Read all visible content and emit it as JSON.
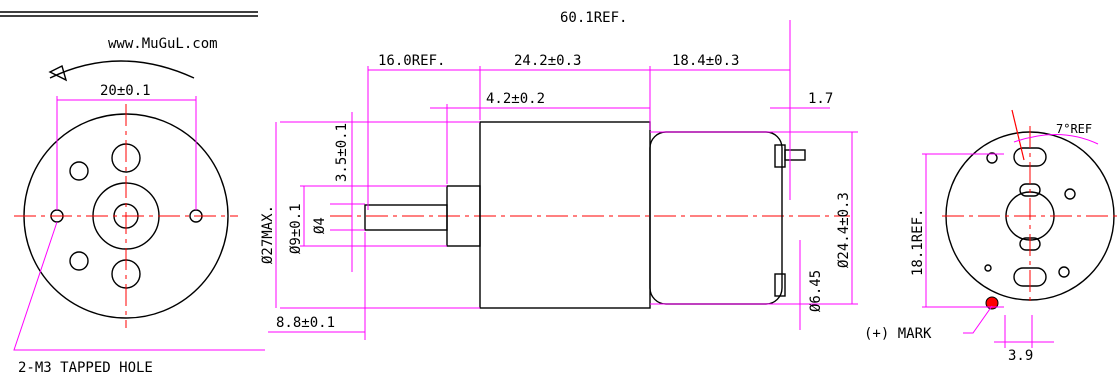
{
  "watermark": "www.MuGuL.com",
  "colors": {
    "outline": "#000000",
    "dimension": "#ff00ff",
    "centerline": "#ff0000",
    "polarity_mark": "#ff0000"
  },
  "dimensions": {
    "overall_length": "60.1REF.",
    "gearbox_length": "16.0REF.",
    "body_length": "24.2±0.3",
    "motor_length": "18.4±0.3",
    "terminal_offset": "1.7",
    "flange_step": "4.2±0.2",
    "shaft_offset": "3.5±0.1",
    "front_hole_spacing": "20±0.1",
    "gearbox_diameter": "Ø27MAX.",
    "boss_diameter": "Ø9±0.1",
    "shaft_diameter": "Ø4",
    "motor_diameter": "Ø24.4±0.3",
    "terminal_diameter": "Ø6.45",
    "shaft_length": "8.8±0.1",
    "rear_hole_spacing": "18.1REF.",
    "terminal_angle": "7°REF",
    "mark_offset": "3.9"
  },
  "notes": {
    "tapped_hole": "2-M3 TAPPED HOLE",
    "polarity_mark": "(+) MARK"
  }
}
